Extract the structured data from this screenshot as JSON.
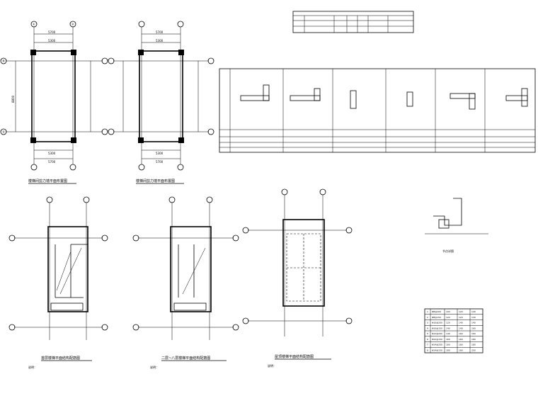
{
  "plan_titles": {
    "p1": "楼梯间剪力墙平面布置图",
    "p2": "楼梯间剪力墙平面布置图"
  },
  "axes": [
    "①",
    "②",
    "Ⓐ",
    "Ⓑ"
  ],
  "dims": {
    "top_total": "5700",
    "top_inner": "5300",
    "side": "8800",
    "bottom_inner": "5300",
    "bottom_total": "5700"
  },
  "bottom_titles": {
    "b1": "首层楼梯平面结构配筋图",
    "b2": "二层~八层楼梯平面结构配筋图",
    "b3": "屋顶楼梯平面结构配筋图"
  },
  "detail_label": "节点详图",
  "notes_heading": "说明：",
  "rebar_table": {
    "rows": [
      [
        "1",
        "Φ8@200",
        "100",
        "120",
        "140"
      ],
      [
        "2",
        "Φ8@150",
        "120",
        "120",
        "140"
      ],
      [
        "3",
        "Φ10@200",
        "120",
        "140",
        "140"
      ],
      [
        "4",
        "Φ10@150",
        "140",
        "140",
        "160"
      ],
      [
        "5",
        "Φ12@200",
        "140",
        "160",
        "160"
      ],
      [
        "6",
        "Φ12@150",
        "160",
        "160",
        "180"
      ],
      [
        "7",
        "Φ14@200",
        "160",
        "180",
        "180"
      ],
      [
        "8",
        "Φ14@150",
        "180",
        "180",
        "200"
      ]
    ]
  }
}
